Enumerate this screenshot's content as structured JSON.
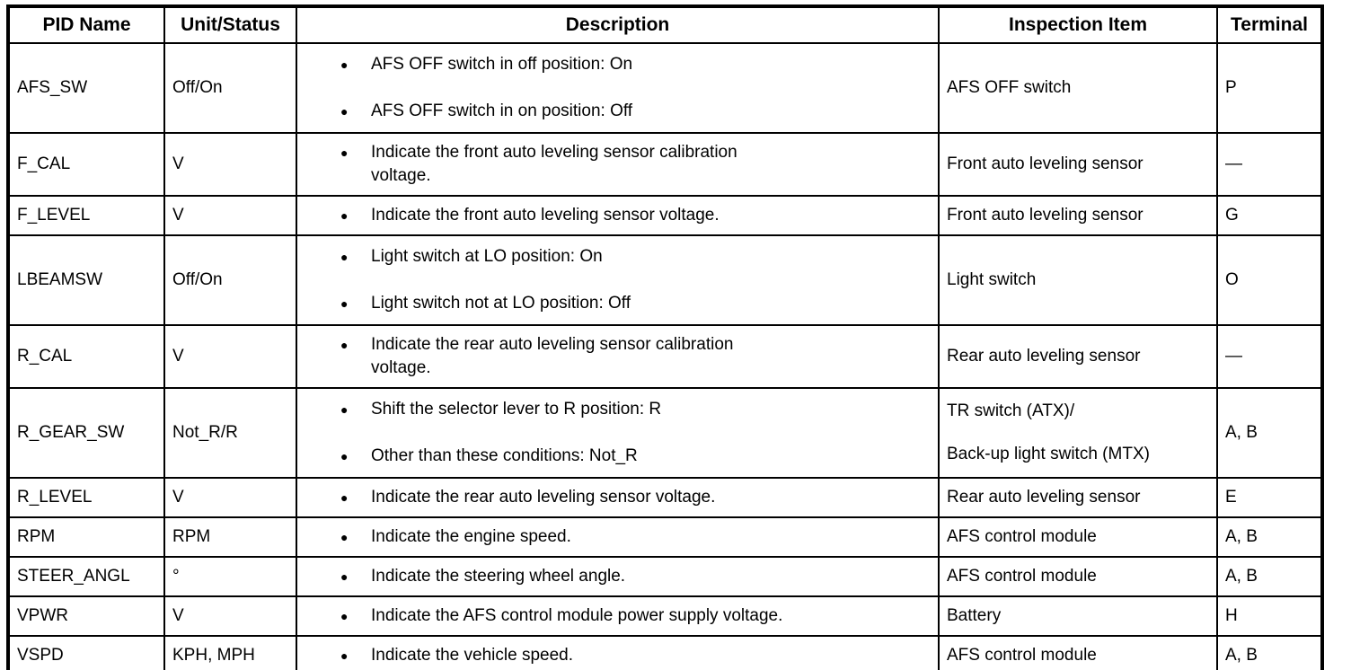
{
  "icons": {
    "bullet": "●"
  },
  "colors": {
    "background": "#ffffff",
    "border": "#000000",
    "text": "#000000"
  },
  "table": {
    "headers": [
      "PID Name",
      "Unit/Status",
      "Description",
      "Inspection Item",
      "Terminal"
    ],
    "rows": [
      {
        "pid": "AFS_SW",
        "unit": "Off/On",
        "description": [
          "AFS OFF switch in off position: On",
          "AFS OFF switch in on position: Off"
        ],
        "inspection": [
          "AFS OFF switch"
        ],
        "terminal": "P"
      },
      {
        "pid": "F_CAL",
        "unit": "V",
        "description": [
          "Indicate the front auto leveling sensor calibration\nvoltage."
        ],
        "inspection": [
          "Front auto leveling sensor"
        ],
        "terminal": "—"
      },
      {
        "pid": "F_LEVEL",
        "unit": "V",
        "description": [
          "Indicate the front auto leveling sensor voltage."
        ],
        "inspection": [
          "Front auto leveling sensor"
        ],
        "terminal": "G"
      },
      {
        "pid": "LBEAMSW",
        "unit": "Off/On",
        "description": [
          "Light switch at LO position: On",
          "Light switch not at LO position: Off"
        ],
        "inspection": [
          "Light switch"
        ],
        "terminal": "O"
      },
      {
        "pid": "R_CAL",
        "unit": "V",
        "description": [
          "Indicate the rear auto leveling sensor calibration\nvoltage."
        ],
        "inspection": [
          "Rear auto leveling sensor"
        ],
        "terminal": "—"
      },
      {
        "pid": "R_GEAR_SW",
        "unit": "Not_R/R",
        "description": [
          "Shift the selector lever to R position: R",
          "Other than these conditions: Not_R"
        ],
        "inspection": [
          "TR switch (ATX)/",
          "Back-up light switch (MTX)"
        ],
        "terminal": "A, B"
      },
      {
        "pid": "R_LEVEL",
        "unit": "V",
        "description": [
          "Indicate the rear auto leveling sensor voltage."
        ],
        "inspection": [
          "Rear auto leveling sensor"
        ],
        "terminal": "E"
      },
      {
        "pid": "RPM",
        "unit": "RPM",
        "description": [
          "Indicate the engine speed."
        ],
        "inspection": [
          "AFS control module"
        ],
        "terminal": "A, B"
      },
      {
        "pid": "STEER_ANGL",
        "unit": "°",
        "description": [
          "Indicate the steering wheel angle."
        ],
        "inspection": [
          "AFS control module"
        ],
        "terminal": "A, B"
      },
      {
        "pid": "VPWR",
        "unit": "V",
        "description": [
          "Indicate the AFS control module power supply voltage."
        ],
        "inspection": [
          "Battery"
        ],
        "terminal": "H"
      },
      {
        "pid": "VSPD",
        "unit": "KPH, MPH",
        "description": [
          "Indicate the vehicle speed."
        ],
        "inspection": [
          "AFS control module"
        ],
        "terminal": "A, B"
      }
    ]
  }
}
